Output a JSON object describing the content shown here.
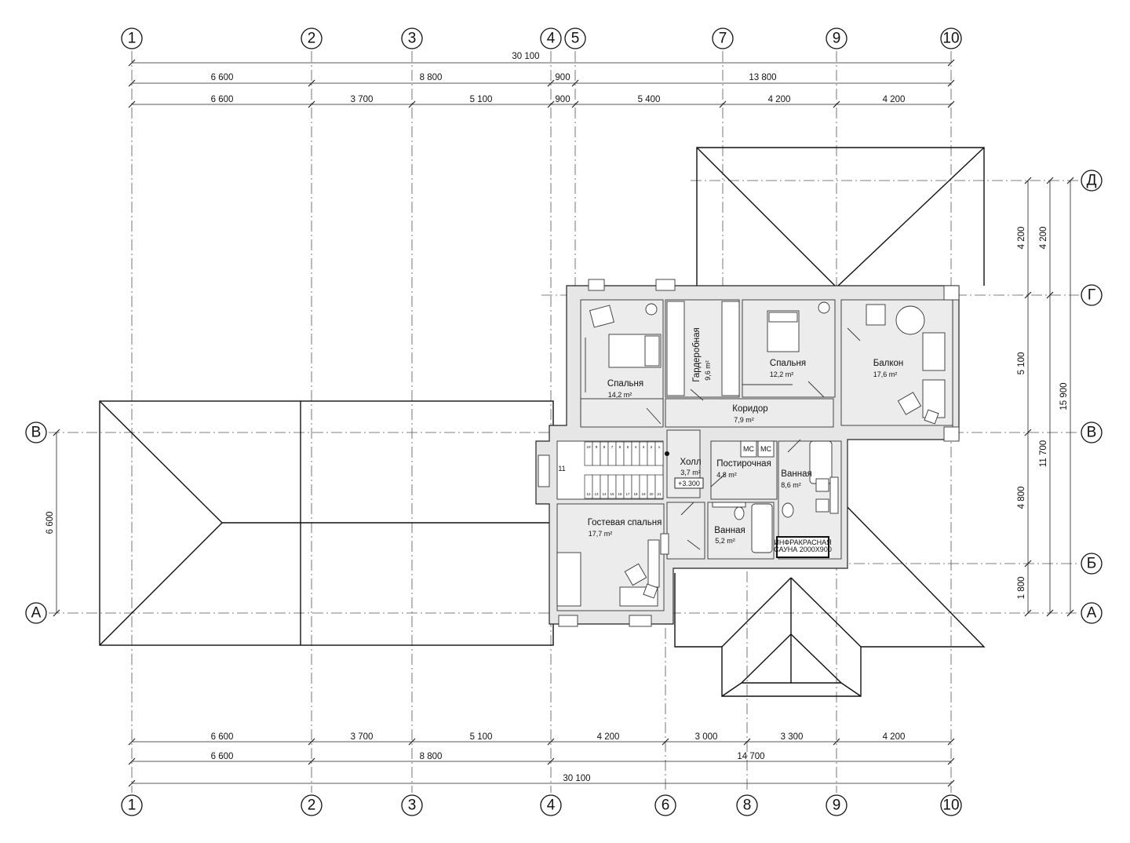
{
  "axes": {
    "top": [
      "1",
      "2",
      "3",
      "4",
      "5",
      "7",
      "9",
      "10"
    ],
    "bottom": [
      "1",
      "2",
      "3",
      "4",
      "6",
      "8",
      "9",
      "10"
    ],
    "right": [
      "Д",
      "Г",
      "В",
      "Б",
      "А"
    ],
    "left": [
      "В",
      "А"
    ]
  },
  "dimensions": {
    "top_total": "30 100",
    "top_row2": [
      "6 600",
      "8 800",
      "900",
      "13 800"
    ],
    "top_row3": [
      "6 600",
      "3 700",
      "5 100",
      "900",
      "5 400",
      "4 200",
      "4 200"
    ],
    "bottom_row1": [
      "6 600",
      "3 700",
      "5 100",
      "4 200",
      "3 000",
      "3 300",
      "4 200"
    ],
    "bottom_row2": [
      "6 600",
      "8 800",
      "14 700"
    ],
    "bottom_total": "30 100",
    "right_inner": [
      "4 200",
      "5 100",
      "4 800",
      "1 800"
    ],
    "right_mid": [
      "4 200",
      "11 700"
    ],
    "right_outer": "15 900",
    "left": "6 600"
  },
  "rooms": {
    "bedroom1": {
      "name": "Спальня",
      "area": "14,2 m²"
    },
    "wardrobe": {
      "name": "Гардеробная",
      "area": "9,6 m²"
    },
    "bedroom2": {
      "name": "Спальня",
      "area": "12,2 m²"
    },
    "balcony": {
      "name": "Балкон",
      "area": "17,6 m²"
    },
    "corridor": {
      "name": "Коридор",
      "area": "7,9 m²"
    },
    "hall": {
      "name": "Холл",
      "area": "3,7 m²",
      "level": "+3.300"
    },
    "laundry": {
      "name": "Постирочная",
      "area": "4,8 m²",
      "mc1": "МС",
      "mc2": "МС"
    },
    "bath1": {
      "name": "Ванная",
      "area": "8,6 m²"
    },
    "guest": {
      "name": "Гостевая спальня",
      "area": "17,7 m²"
    },
    "bath2": {
      "name": "Ванная",
      "area": "5,2 m²"
    },
    "sauna": {
      "line1": "ИНФРАКРАСНАЯ",
      "line2": "САУНА 2000Х900"
    }
  },
  "stairs": {
    "steps_top": [
      "10",
      "9",
      "8",
      "7",
      "6",
      "5",
      "4",
      "3",
      "2",
      "1"
    ],
    "steps_bottom": [
      "12",
      "13",
      "14",
      "15",
      "16",
      "17",
      "18",
      "19",
      "20",
      "21"
    ],
    "landing": "11"
  }
}
